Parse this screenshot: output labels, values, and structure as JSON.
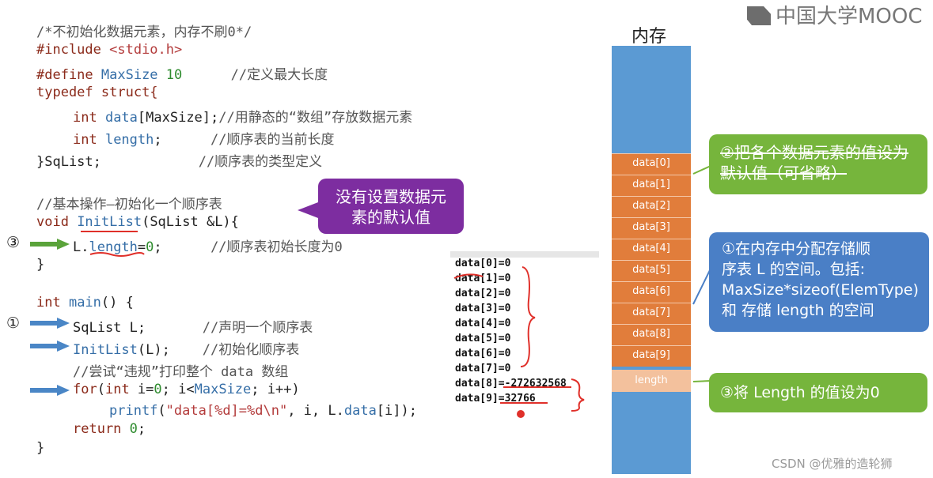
{
  "logo_text": "中国大学MOOC",
  "watermark": "CSDN @优雅的造轮狮",
  "code": {
    "l1": "/*不初始化数据元素，内存不刷0*/",
    "l2a": "#include ",
    "l2b": "<stdio.h>",
    "l3a": "#define ",
    "l3b": "MaxSize ",
    "l3c": "10",
    "l3d": "      //定义最大长度",
    "l4a": "typedef ",
    "l4b": "struct{",
    "l5a": "int ",
    "l5b": "data",
    "l5c": "[MaxSize];",
    "l5d": "//用静态的“数组”存放数据元素",
    "l6a": "int ",
    "l6b": "length",
    "l6c": ";",
    "l6d": "      //顺序表的当前长度",
    "l7a": "}SqList;",
    "l7b": "            //顺序表的类型定义",
    "l8": "//基本操作—初始化一个顺序表",
    "l9a": "void ",
    "l9b": "InitList",
    "l9c": "(SqList &L){",
    "l10a": "L.",
    "l10b": "length",
    "l10c": "=",
    "l10d": "0",
    "l10e": ";",
    "l10f": "      //顺序表初始长度为0",
    "l11": "}",
    "l12a": "int ",
    "l12b": "main",
    "l12c": "() {",
    "l13a": "SqList L;",
    "l13b": "       //声明一个顺序表",
    "l14a": "InitList",
    "l14b": "(L);",
    "l14c": "    //初始化顺序表",
    "l15": "//尝试“违规”打印整个 data 数组",
    "l16a": "for",
    "l16b": "(",
    "l16c": "int ",
    "l16d": "i=",
    "l16e": "0",
    "l16f": "; i<",
    "l16g": "MaxSize",
    "l16h": "; i++)",
    "l17a": "printf",
    "l17b": "(",
    "l17c": "\"data[%d]=%d\\n\"",
    "l17d": ", i, L.",
    "l17e": "data",
    "l17f": "[i]);",
    "l18a": "return ",
    "l18b": "0",
    "l18c": ";",
    "l19": "}"
  },
  "markers": {
    "m3": "③",
    "m1": "①"
  },
  "callouts": {
    "purple": "没有设置数据元素的默认值",
    "green1": "②把各个数据元素的值设为默认值（可省略）",
    "blue_l1": "①在内存中分配存储顺",
    "blue_l2": "序表 L 的空间。包括:",
    "blue_l3": "MaxSize*sizeof(ElemType)",
    "blue_l4": "和 存储 length 的空间",
    "green2": "③将 Length 的值设为0"
  },
  "memory": {
    "title": "内存",
    "cells": [
      "data[0]",
      "data[1]",
      "data[2]",
      "data[3]",
      "data[4]",
      "data[5]",
      "data[6]",
      "data[7]",
      "data[8]",
      "data[9]"
    ],
    "length_label": "length"
  },
  "console": [
    "data[0]=0",
    "data[1]=0",
    "data[2]=0",
    "data[3]=0",
    "data[4]=0",
    "data[5]=0",
    "data[6]=0",
    "data[7]=0",
    "data[8]=-272632568",
    "data[9]=32766"
  ],
  "colors": {
    "purple": "#7d2da0",
    "green": "#76b53c",
    "blue": "#4a7fc6",
    "orange": "#e17d3b",
    "memory": "#5b9ad3"
  }
}
